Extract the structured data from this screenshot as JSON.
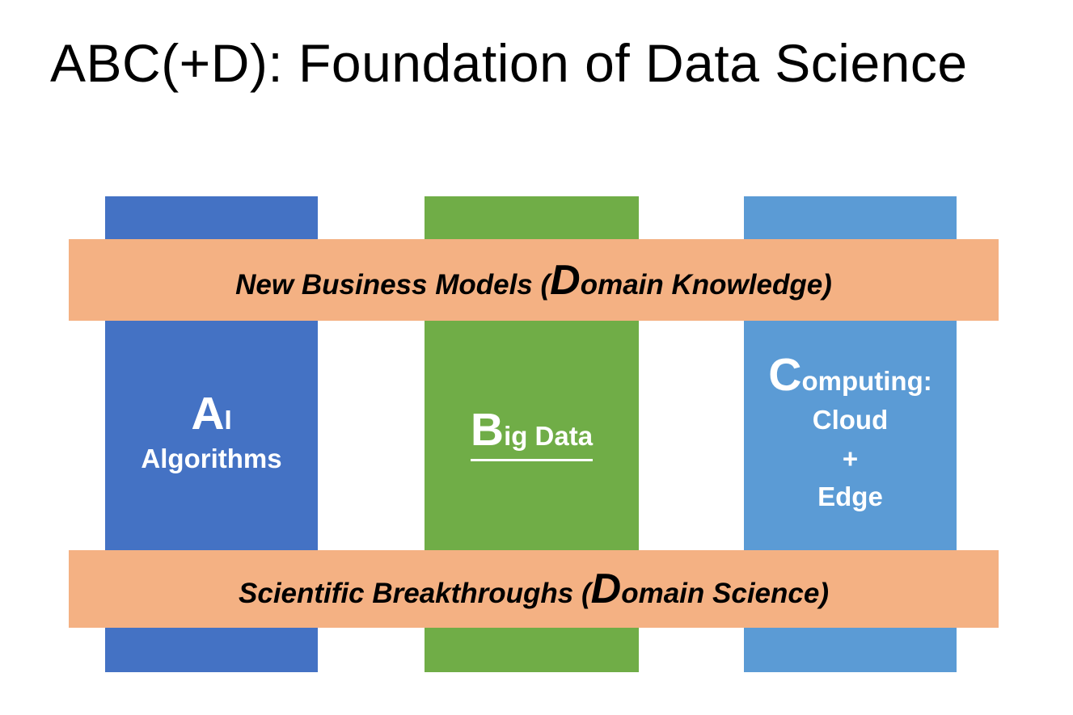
{
  "title": "ABC(+D): Foundation of Data Science",
  "columns": [
    {
      "name": "AI Algorithms",
      "big": "A",
      "rest": "I",
      "line2": "Algorithms",
      "color": "#4472C4"
    },
    {
      "name": "Big Data",
      "big": "B",
      "rest": "ig Data",
      "color": "#70AD47"
    },
    {
      "name": "Computing: Cloud + Edge",
      "big": "C",
      "rest": "omputing:",
      "lines": [
        "Cloud",
        "+",
        "Edge"
      ],
      "color": "#5B9BD5"
    }
  ],
  "bars": [
    {
      "name": "New Business Models (Domain Knowledge)",
      "prefix": "New Business Models (",
      "big": "D",
      "suffix": "omain Knowledge)",
      "color": "#F4B183"
    },
    {
      "name": "Scientific Breakthroughs (Domain Science)",
      "prefix": "Scientific Breakthroughs (",
      "big": "D",
      "suffix": "omain Science)",
      "color": "#F4B183"
    }
  ]
}
